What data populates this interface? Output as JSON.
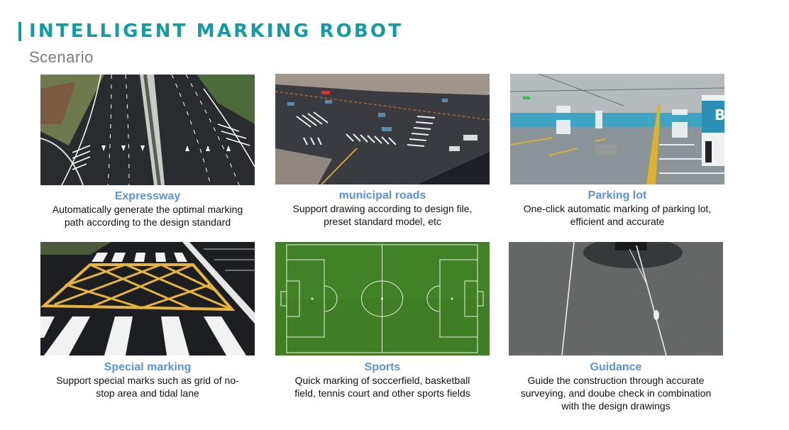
{
  "header": {
    "title": "INTELLIGENT MARKING ROBOT",
    "subtitle": "Scenario",
    "accent_color": "#0e9ea6"
  },
  "scenarios": [
    {
      "label": "Expressway",
      "description_lines": [
        "Automatically generate the optimal marking",
        "path according to the design standard"
      ],
      "image": "expressway-photo"
    },
    {
      "label": "municipal roads",
      "description_lines": [
        "Support drawing according to design file,",
        "preset standard model, etc"
      ],
      "image": "municipal-intersection-photo"
    },
    {
      "label": "Parking lot",
      "description_lines": [
        "One-click automatic marking of parking lot,",
        "efficient and accurate"
      ],
      "image": "underground-parking-photo"
    },
    {
      "label": "Special marking",
      "description_lines": [
        "Support special marks such as grid of no-",
        "stop area and tidal lane"
      ],
      "image": "yellow-grid-box-junction-photo"
    },
    {
      "label": "Sports",
      "description_lines": [
        "Quick marking of soccerfield, basketball",
        "field, tennis court and other sports fields"
      ],
      "image": "soccer-field-photo"
    },
    {
      "label": "Guidance",
      "description_lines": [
        "Guide the construction through accurate",
        "surveying, and doube check in combination",
        "with the design drawings"
      ],
      "image": "guidance-line-asphalt-photo"
    }
  ],
  "colors": {
    "label": "#5b92e5",
    "text": "#111111",
    "subtitle": "#7a7a7a"
  }
}
